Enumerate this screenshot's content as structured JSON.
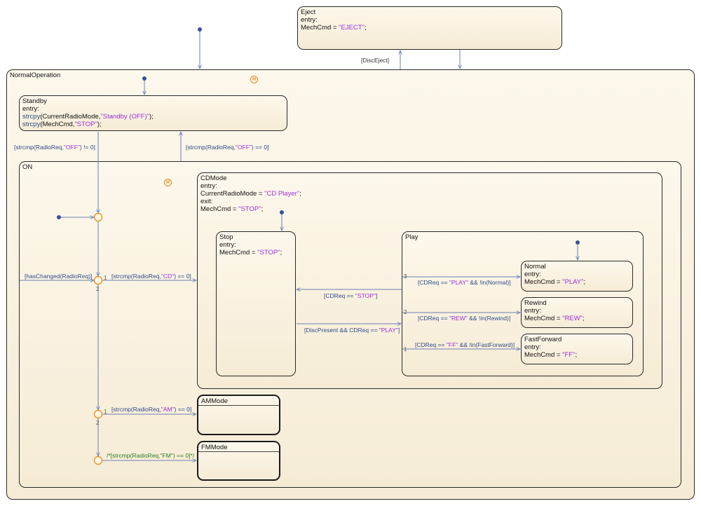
{
  "states": {
    "eject": {
      "name": "Eject",
      "lines": [
        [
          {
            "t": "entry:",
            "c": "kw"
          }
        ],
        [
          {
            "t": "MechCmd = ",
            "c": "plain"
          },
          {
            "t": "\"EJECT\"",
            "c": "str"
          },
          {
            "t": ";",
            "c": "plain"
          }
        ]
      ]
    },
    "normal_operation": {
      "name": "NormalOperation"
    },
    "standby": {
      "name": "Standby",
      "lines": [
        [
          {
            "t": "entry:",
            "c": "kw"
          }
        ],
        [
          {
            "t": "strcpy",
            "c": "fn"
          },
          {
            "t": "(CurrentRadioMode,",
            "c": "plain"
          },
          {
            "t": "\"Standby (OFF)\"",
            "c": "str"
          },
          {
            "t": ");",
            "c": "plain"
          }
        ],
        [
          {
            "t": "strcpy",
            "c": "fn"
          },
          {
            "t": "(MechCmd,",
            "c": "plain"
          },
          {
            "t": "\"STOP\"",
            "c": "str"
          },
          {
            "t": ");",
            "c": "plain"
          }
        ]
      ]
    },
    "on": {
      "name": "ON"
    },
    "cdmode": {
      "name": "CDMode",
      "lines": [
        [
          {
            "t": "entry:",
            "c": "kw"
          }
        ],
        [
          {
            "t": "CurrentRadioMode = ",
            "c": "plain"
          },
          {
            "t": "\"CD Player\"",
            "c": "str"
          },
          {
            "t": ";",
            "c": "plain"
          }
        ],
        [
          {
            "t": "exit:",
            "c": "kw"
          }
        ],
        [
          {
            "t": "MechCmd = ",
            "c": "plain"
          },
          {
            "t": "\"STOP\"",
            "c": "str"
          },
          {
            "t": ";",
            "c": "plain"
          }
        ]
      ]
    },
    "stop": {
      "name": "Stop",
      "lines": [
        [
          {
            "t": "entry:",
            "c": "kw"
          }
        ],
        [
          {
            "t": "MechCmd = ",
            "c": "plain"
          },
          {
            "t": "\"STOP\"",
            "c": "str"
          },
          {
            "t": ";",
            "c": "plain"
          }
        ]
      ]
    },
    "play": {
      "name": "Play"
    },
    "normal": {
      "name": "Normal",
      "lines": [
        [
          {
            "t": "entry:",
            "c": "kw"
          }
        ],
        [
          {
            "t": "MechCmd = ",
            "c": "plain"
          },
          {
            "t": "\"PLAY\"",
            "c": "str"
          },
          {
            "t": ";",
            "c": "plain"
          }
        ]
      ]
    },
    "rewind": {
      "name": "Rewind",
      "lines": [
        [
          {
            "t": "entry:",
            "c": "kw"
          }
        ],
        [
          {
            "t": "MechCmd = ",
            "c": "plain"
          },
          {
            "t": "\"REW\"",
            "c": "str"
          },
          {
            "t": ";",
            "c": "plain"
          }
        ]
      ]
    },
    "fastforward": {
      "name": "FastForward",
      "lines": [
        [
          {
            "t": "entry:",
            "c": "kw"
          }
        ],
        [
          {
            "t": "MechCmd = ",
            "c": "plain"
          },
          {
            "t": "\"FF\"",
            "c": "str"
          },
          {
            "t": ";",
            "c": "plain"
          }
        ]
      ]
    },
    "ammode": {
      "name": "AMMode"
    },
    "fmmode": {
      "name": "FMMode"
    }
  },
  "history_symbol": "H",
  "transitions": {
    "disc_eject": [
      {
        "t": "[DiscEject]",
        "c": "plain"
      }
    ],
    "standby_to_on": [
      {
        "t": "[",
        "c": "op"
      },
      {
        "t": "strcmp",
        "c": "fn"
      },
      {
        "t": "(RadioReq,",
        "c": "op"
      },
      {
        "t": "\"OFF\"",
        "c": "str"
      },
      {
        "t": ") != 0]",
        "c": "op"
      }
    ],
    "on_to_standby": [
      {
        "t": "[",
        "c": "op"
      },
      {
        "t": "strcmp",
        "c": "fn"
      },
      {
        "t": "(RadioReq,",
        "c": "op"
      },
      {
        "t": "\"OFF\"",
        "c": "str"
      },
      {
        "t": ") == 0]",
        "c": "op"
      }
    ],
    "has_changed": [
      {
        "t": "[",
        "c": "op"
      },
      {
        "t": "hasChanged",
        "c": "fn"
      },
      {
        "t": "(RadioReq)]",
        "c": "op"
      }
    ],
    "to_cd": [
      {
        "t": "[",
        "c": "op"
      },
      {
        "t": "strcmp",
        "c": "fn"
      },
      {
        "t": "(RadioReq,",
        "c": "op"
      },
      {
        "t": "\"CD\"",
        "c": "str"
      },
      {
        "t": ") == 0]",
        "c": "op"
      }
    ],
    "to_am": [
      {
        "t": "[",
        "c": "op"
      },
      {
        "t": "strcmp",
        "c": "fn"
      },
      {
        "t": "(RadioReq,",
        "c": "op"
      },
      {
        "t": "\"AM\"",
        "c": "str"
      },
      {
        "t": ") == 0]",
        "c": "op"
      }
    ],
    "to_fm": "/*[strcmp(RadioReq,\"FM\") == 0]*/",
    "play_to_stop": [
      {
        "t": "[CDReq == ",
        "c": "op"
      },
      {
        "t": "\"STOP\"",
        "c": "str"
      },
      {
        "t": "]",
        "c": "op"
      }
    ],
    "stop_to_play": [
      {
        "t": "[DiscPresent && CDReq == ",
        "c": "op"
      },
      {
        "t": "\"PLAY\"",
        "c": "str"
      },
      {
        "t": "]",
        "c": "op"
      }
    ],
    "to_normal": [
      {
        "t": "[CDReq == ",
        "c": "op"
      },
      {
        "t": "\"PLAY\"",
        "c": "str"
      },
      {
        "t": " && !in(Normal)]",
        "c": "op"
      }
    ],
    "to_rewind": [
      {
        "t": "[CDReq == ",
        "c": "op"
      },
      {
        "t": "\"REW\"",
        "c": "str"
      },
      {
        "t": " && !in(Rewind)]",
        "c": "op"
      }
    ],
    "to_ff": [
      {
        "t": "[CDReq == ",
        "c": "op"
      },
      {
        "t": "\"FF\"",
        "c": "str"
      },
      {
        "t": " && !in(FastForward)]",
        "c": "op"
      }
    ]
  },
  "execution_orders": {
    "normal": "3",
    "rewind": "2",
    "ff": "1",
    "junction_cd": "2",
    "junction_am": "2",
    "junction_cd_1": "1",
    "junction_am_1": "1"
  },
  "colors": {
    "wire": "#6d7fb5",
    "junction": "#e08a1e",
    "default_dot": "#3b4f9a",
    "string": "#9b30d9",
    "comment": "#2a7d1f"
  }
}
